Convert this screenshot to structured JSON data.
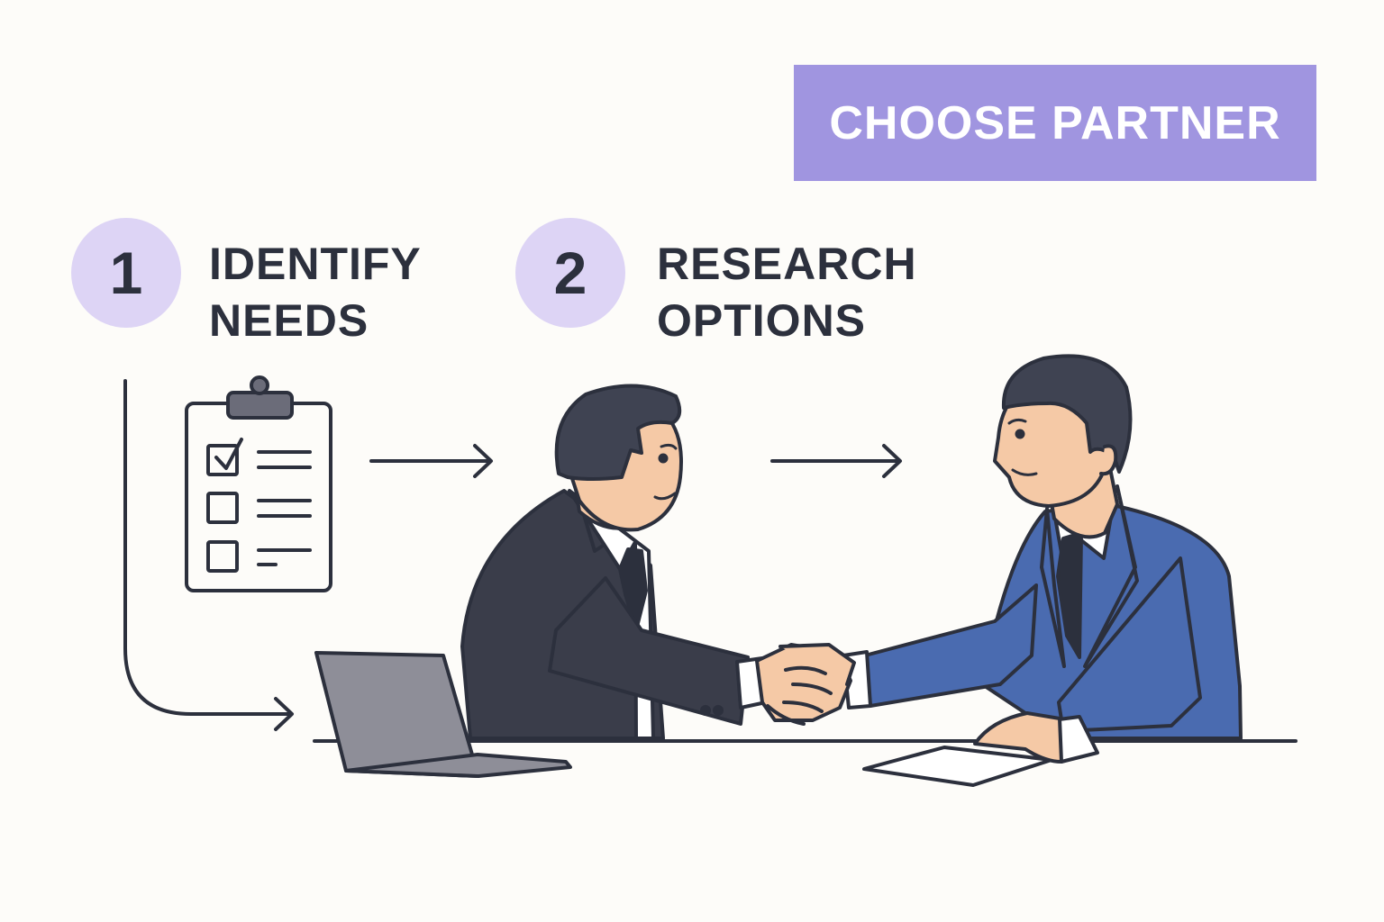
{
  "banner": {
    "label": "CHOOSE PARTNER",
    "color": "#a095e0"
  },
  "steps": [
    {
      "number": "1",
      "line1": "IDENTIFY",
      "line2": "NEEDS"
    },
    {
      "number": "2",
      "line1": "RESEARCH",
      "line2": "OPTIONS"
    }
  ],
  "icons": {
    "checklist": "clipboard-checklist-icon",
    "arrow": "right-arrow-icon"
  },
  "colors": {
    "accent_light": "#ddd4f5",
    "ink": "#2c303d",
    "left_suit": "#3a3d4a",
    "right_suit": "#4a6bb0",
    "skin": "#f5c9a6",
    "laptop": "#8e8e98"
  }
}
